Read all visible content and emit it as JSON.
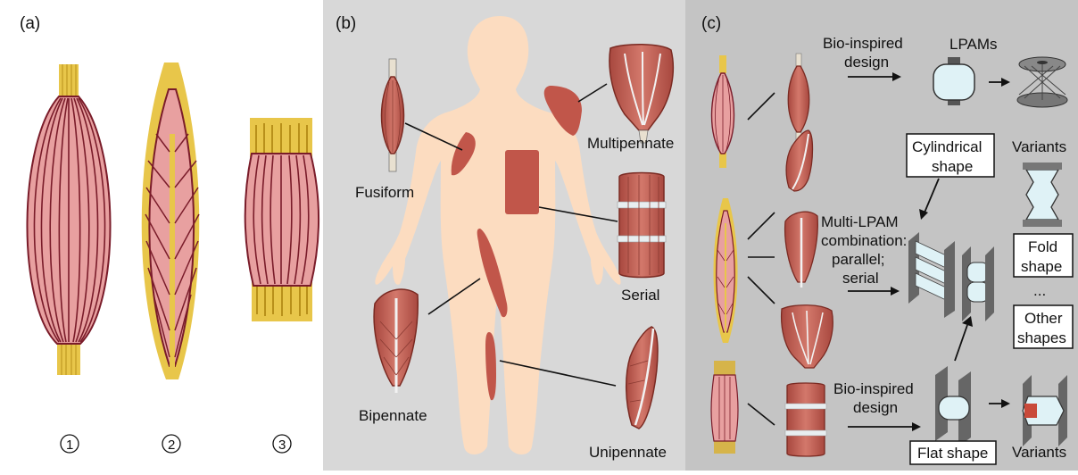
{
  "panels": {
    "a": {
      "label": "(a)",
      "numbers": [
        "①",
        "②",
        "③"
      ]
    },
    "b": {
      "label": "(b)",
      "fusiform": "Fusiform",
      "multipennate": "Multipennate",
      "serial": "Serial",
      "bipennate": "Bipennate",
      "unipennate": "Unipennate"
    },
    "c": {
      "label": "(c)",
      "bio_top_line1": "Bio-inspired",
      "bio_top_line2": "design",
      "lpams": "LPAMs",
      "variants_top": "Variants",
      "cyl_line1": "Cylindrical",
      "cyl_line2": "shape",
      "multi_line1": "Multi-LPAM",
      "multi_line2": "combination:",
      "multi_line3": "parallel;",
      "multi_line4": "serial",
      "fold_line1": "Fold",
      "fold_line2": "shape",
      "ellipsis": "...",
      "other_line1": "Other",
      "other_line2": "shapes",
      "bio_bottom_line1": "Bio-inspired",
      "bio_bottom_line2": "design",
      "flat_shape": "Flat shape",
      "variants_bottom": "Variants"
    }
  },
  "colors": {
    "panel_a_bg": "#ffffff",
    "panel_b_bg": "#d8d8d8",
    "panel_c_bg": "#c4c4c4",
    "muscle_pink": "#e8a0a0",
    "muscle_red": "#c96b5f",
    "fiber": "#7a1c2a",
    "tendon": "#e8c64a",
    "body_skin": "#fcdcc0",
    "lpam_fill": "#dff2f6",
    "device_gray": "#6e6e6e"
  }
}
